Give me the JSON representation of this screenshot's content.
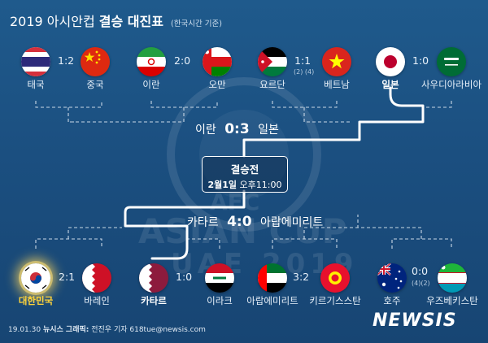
{
  "header": {
    "year_title": "2019 아시안컵",
    "title_bold": "결승 대진표",
    "note": "(한국시간 기준)"
  },
  "watermark": {
    "line1": "AFC",
    "line2": "ASIAN CUP",
    "line3": "UAE 2019"
  },
  "top_matches": [
    {
      "home": "태국",
      "away": "중국",
      "score": "1:2",
      "penalty": ""
    },
    {
      "home": "이란",
      "away": "오만",
      "score": "2:0",
      "penalty": ""
    },
    {
      "home": "요르단",
      "away": "베트남",
      "score": "1:1",
      "penalty": "(2) (4)"
    },
    {
      "home": "일본",
      "away": "사우디아라비아",
      "score": "1:0",
      "penalty": ""
    }
  ],
  "bottom_matches": [
    {
      "home": "대한민국",
      "away": "바레인",
      "score": "2:1",
      "penalty": ""
    },
    {
      "home": "카타르",
      "away": "이라크",
      "score": "1:0",
      "penalty": ""
    },
    {
      "home": "아랍에미리트",
      "away": "키르기스스탄",
      "score": "3:2",
      "penalty": ""
    },
    {
      "home": "호주",
      "away": "우즈베키스탄",
      "score": "0:0",
      "penalty": "(4)(2)"
    }
  ],
  "semifinal_top": {
    "left": "이란",
    "score": "0:3",
    "right": "일본"
  },
  "semifinal_bottom": {
    "left": "카타르",
    "score": "4:0",
    "right": "아랍에미리트"
  },
  "final": {
    "title": "결승전",
    "date": "2월1일",
    "time": "오후11:00"
  },
  "credit": {
    "date": "19.01.30",
    "agency": "뉴시스 그래픽:",
    "author": "전진우 기자 618tue@newsis.com"
  },
  "logo": "NEWSIS",
  "colors": {
    "background": "#1b4f80",
    "bracket_line": "#ffffff",
    "dashed_line": "#c9d8e6",
    "highlight": "#ffd43a"
  }
}
